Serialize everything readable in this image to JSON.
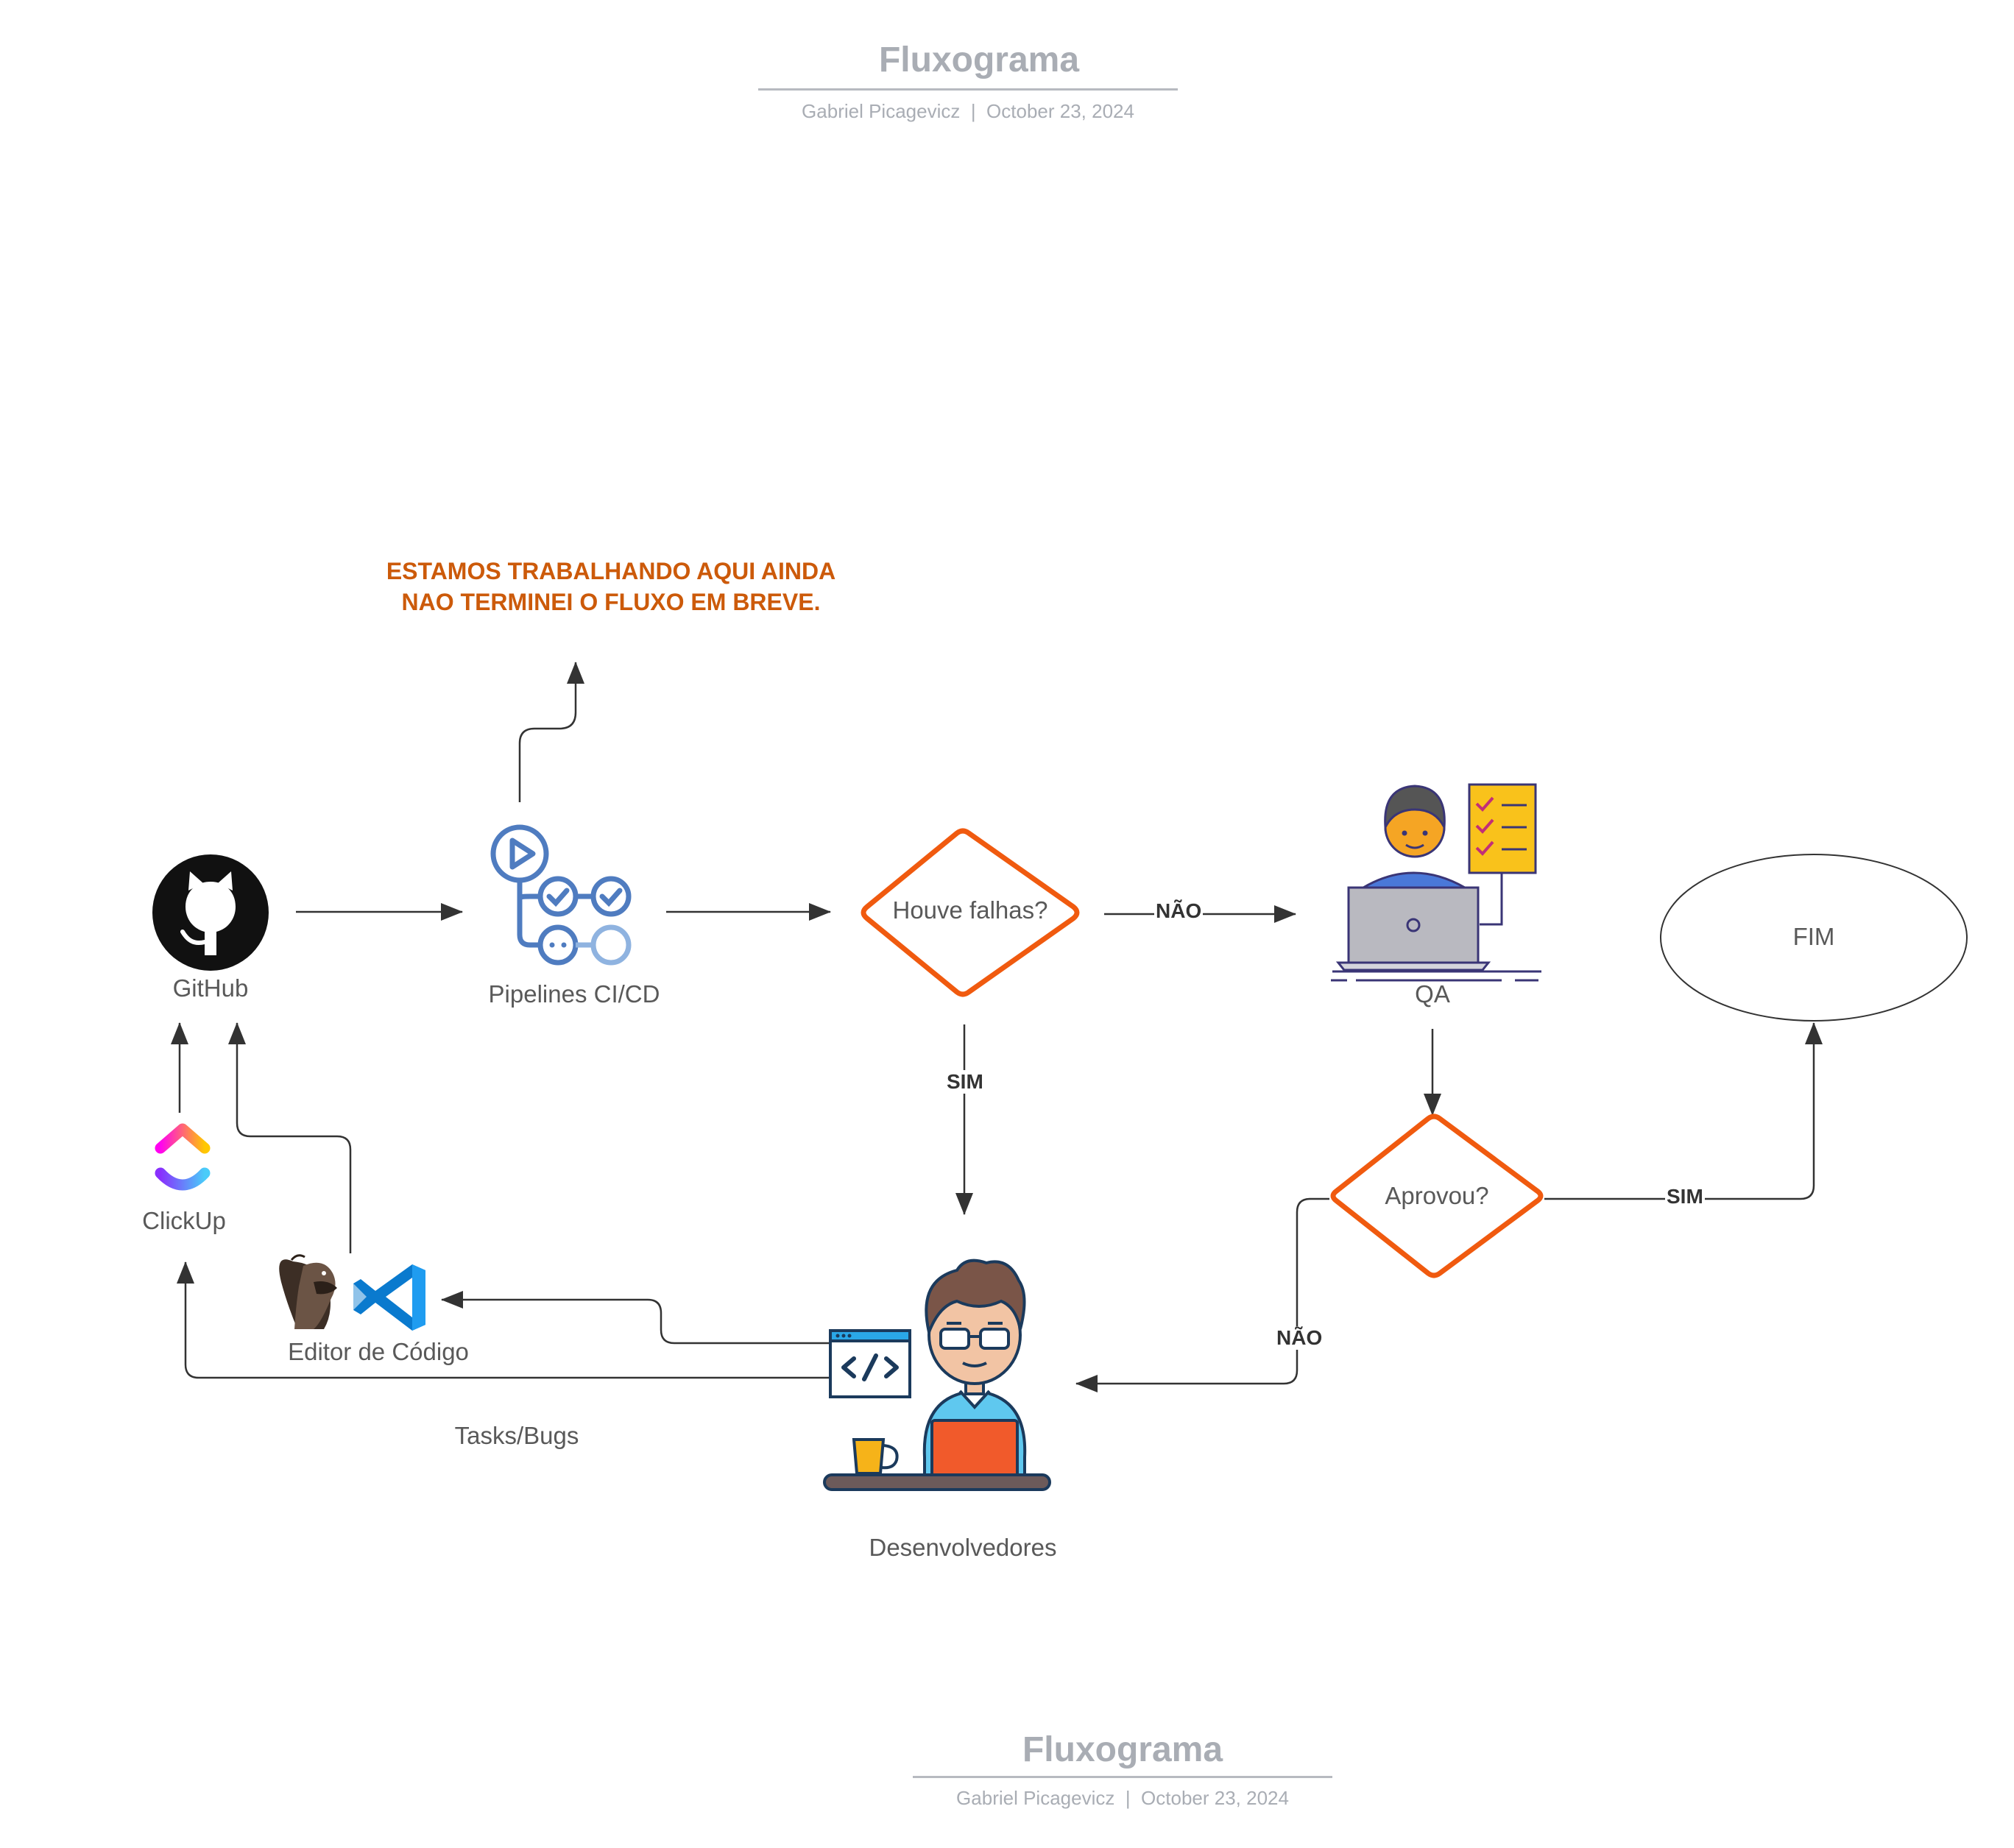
{
  "header": {
    "title": "Fluxograma",
    "author": "Gabriel Picagevicz",
    "separator": "|",
    "date": "October 23, 2024"
  },
  "footer": {
    "title": "Fluxograma",
    "author": "Gabriel Picagevicz",
    "separator": "|",
    "date": "October 23, 2024"
  },
  "notice": {
    "line1": "ESTAMOS TRABALHANDO AQUI AINDA",
    "line2": "NAO TERMINEI O FLUXO EM BREVE."
  },
  "nodes": {
    "github": "GitHub",
    "pipelines": "Pipelines CI/CD",
    "decision_failures": "Houve falhas?",
    "qa": "QA",
    "end": "FIM",
    "decision_approved": "Aprovou?",
    "clickup": "ClickUp",
    "code_editor": "Editor de Código",
    "developers": "Desenvolvedores",
    "tasks_bugs": "Tasks/Bugs"
  },
  "edges": {
    "failures_no": "NÃO",
    "failures_yes": "SIM",
    "approved_yes": "SIM",
    "approved_no": "NÃO"
  },
  "colors": {
    "decision_stroke": "#f05a0f",
    "notice_text": "#cc5a0a",
    "connector": "#333333",
    "muted_text": "#a9adb4"
  },
  "icons": {
    "github": "github-icon",
    "pipelines": "pipeline-icon",
    "qa": "qa-tester-icon",
    "clickup": "clickup-icon",
    "dbeaver": "dbeaver-icon",
    "vscode": "vscode-icon",
    "developer": "developer-icon",
    "code_window": "code-window-icon"
  }
}
